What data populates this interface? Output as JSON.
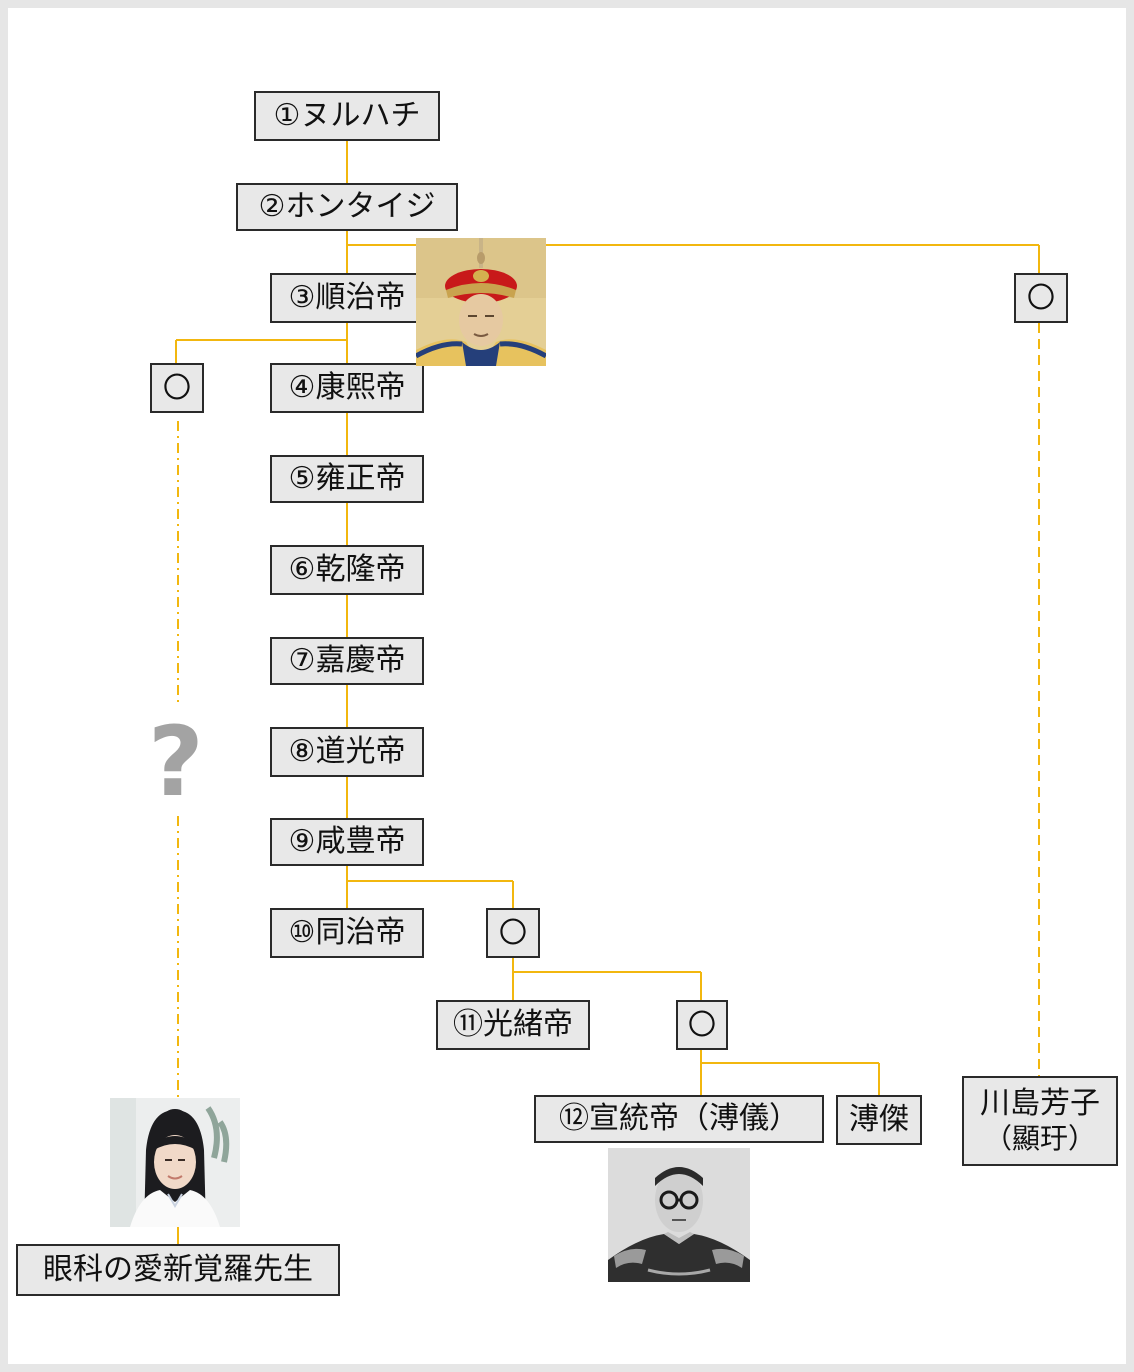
{
  "colors": {
    "line": "#f2b70f",
    "box_fill": "#e8e8e8",
    "box_border": "#2a2a2a",
    "question": "#a3a3a3"
  },
  "tree": {
    "emperor1": "①ヌルハチ",
    "emperor2": "②ホンタイジ",
    "emperor3": "③順治帝",
    "emperor4": "④康熙帝",
    "emperor5": "⑤雍正帝",
    "emperor6": "⑥乾隆帝",
    "emperor7": "⑦嘉慶帝",
    "emperor8": "⑧道光帝",
    "emperor9": "⑨咸豊帝",
    "emperor10": "⑩同治帝",
    "emperor11": "⑪光緒帝",
    "emperor12": "⑫宣統帝（溥儀）",
    "pujie": "溥傑",
    "kawashima_name": "川島芳子",
    "kawashima_alias": "（顯玗）",
    "descendant": "眼科の愛新覚羅先生",
    "unknown_marker": "?",
    "placeholder": "〇"
  },
  "photos": {
    "shunzhi": "portrait of Shunzhi Emperor",
    "doctor": "photo of eye doctor",
    "puyi": "photo of Puyi"
  }
}
